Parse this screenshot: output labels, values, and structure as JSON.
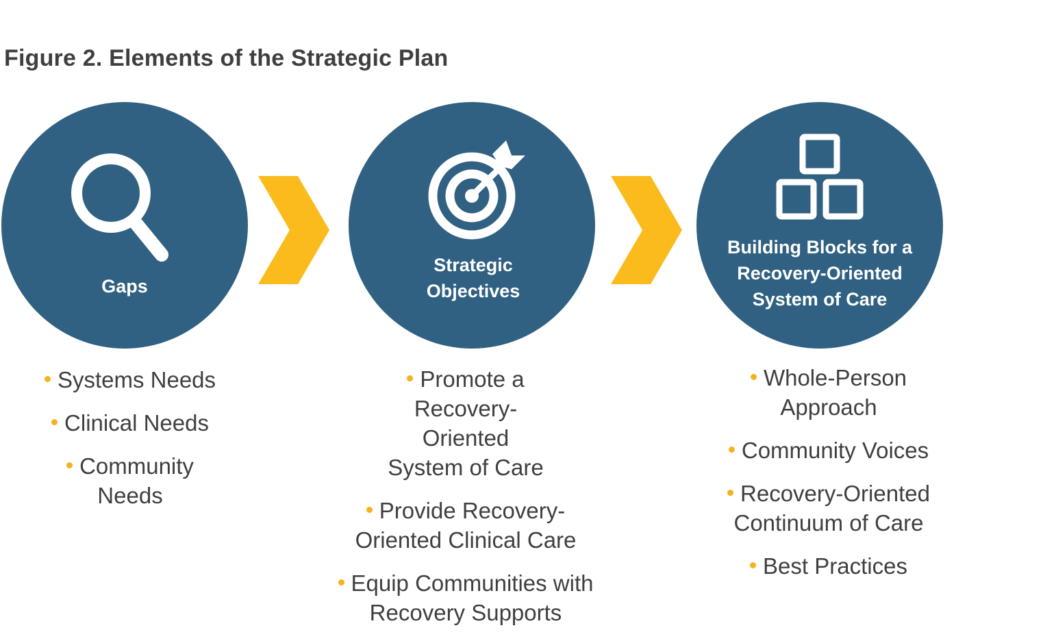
{
  "title": "Figure 2. Elements of the Strategic Plan",
  "colors": {
    "circle": "#306182",
    "arrow": "#fbbb1d",
    "bullet": "#f6b21b",
    "text": "#3f3f3f"
  },
  "steps": [
    {
      "label": "Gaps",
      "icon": "magnifying-glass-icon",
      "items": [
        "Systems Needs",
        "Clinical Needs",
        "Community Needs"
      ]
    },
    {
      "label": "Strategic Objectives",
      "icon": "target-icon",
      "items": [
        "Promote a Recovery-Oriented System of Care",
        "Provide Recovery-Oriented Clinical Care",
        "Equip Communities with Recovery Supports"
      ]
    },
    {
      "label": "Building Blocks for a Recovery-Oriented System of Care",
      "icon": "building-blocks-icon",
      "items": [
        "Whole-Person Approach",
        "Community Voices",
        "Recovery-Oriented Continuum of Care",
        "Best Practices"
      ]
    }
  ]
}
